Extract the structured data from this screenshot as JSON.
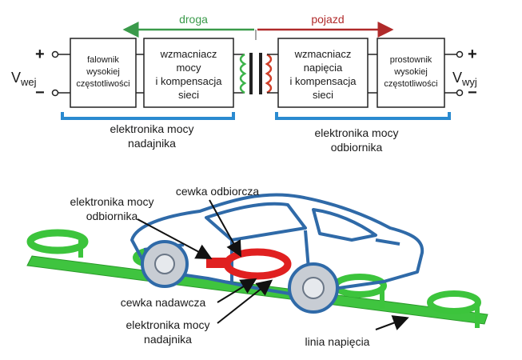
{
  "top": {
    "arrow_left_label": "droga",
    "arrow_right_label": "pojazd",
    "vin": {
      "main": "V",
      "sub": "wej"
    },
    "vout": {
      "main": "V",
      "sub": "wyj"
    },
    "plus": "+",
    "minus": "−",
    "blocks": {
      "inverter": [
        "falownik",
        "wysokiej",
        "częstotliwości"
      ],
      "tx_amp": [
        "wzmacniacz",
        "mocy",
        "i kompensacja",
        "sieci"
      ],
      "rx_amp": [
        "wzmacniacz",
        "napięcia",
        "i kompensacja",
        "sieci"
      ],
      "rectifier": [
        "prostownik",
        "wysokiej",
        "częstotliwości"
      ]
    },
    "brace_left": [
      "elektronika mocy",
      "nadajnika"
    ],
    "brace_right": [
      "elektronika mocy",
      "odbiornika"
    ]
  },
  "bottom": {
    "label_receiver_coil": "cewka odbiorcza",
    "label_receiver_electronics": [
      "elektronika mocy",
      "odbiornika"
    ],
    "label_transmitter_coil": "cewka nadawcza",
    "label_transmitter_electronics": [
      "elektronika mocy",
      "nadajnika"
    ],
    "label_supply_line": "linia napięcia"
  },
  "colors": {
    "road_arrow": "#3a9a4a",
    "vehicle_arrow": "#b02a2a",
    "brace": "#2a8ad0",
    "green": "#3cc43c",
    "car": "#2f6aa8",
    "red": "#e02020"
  }
}
